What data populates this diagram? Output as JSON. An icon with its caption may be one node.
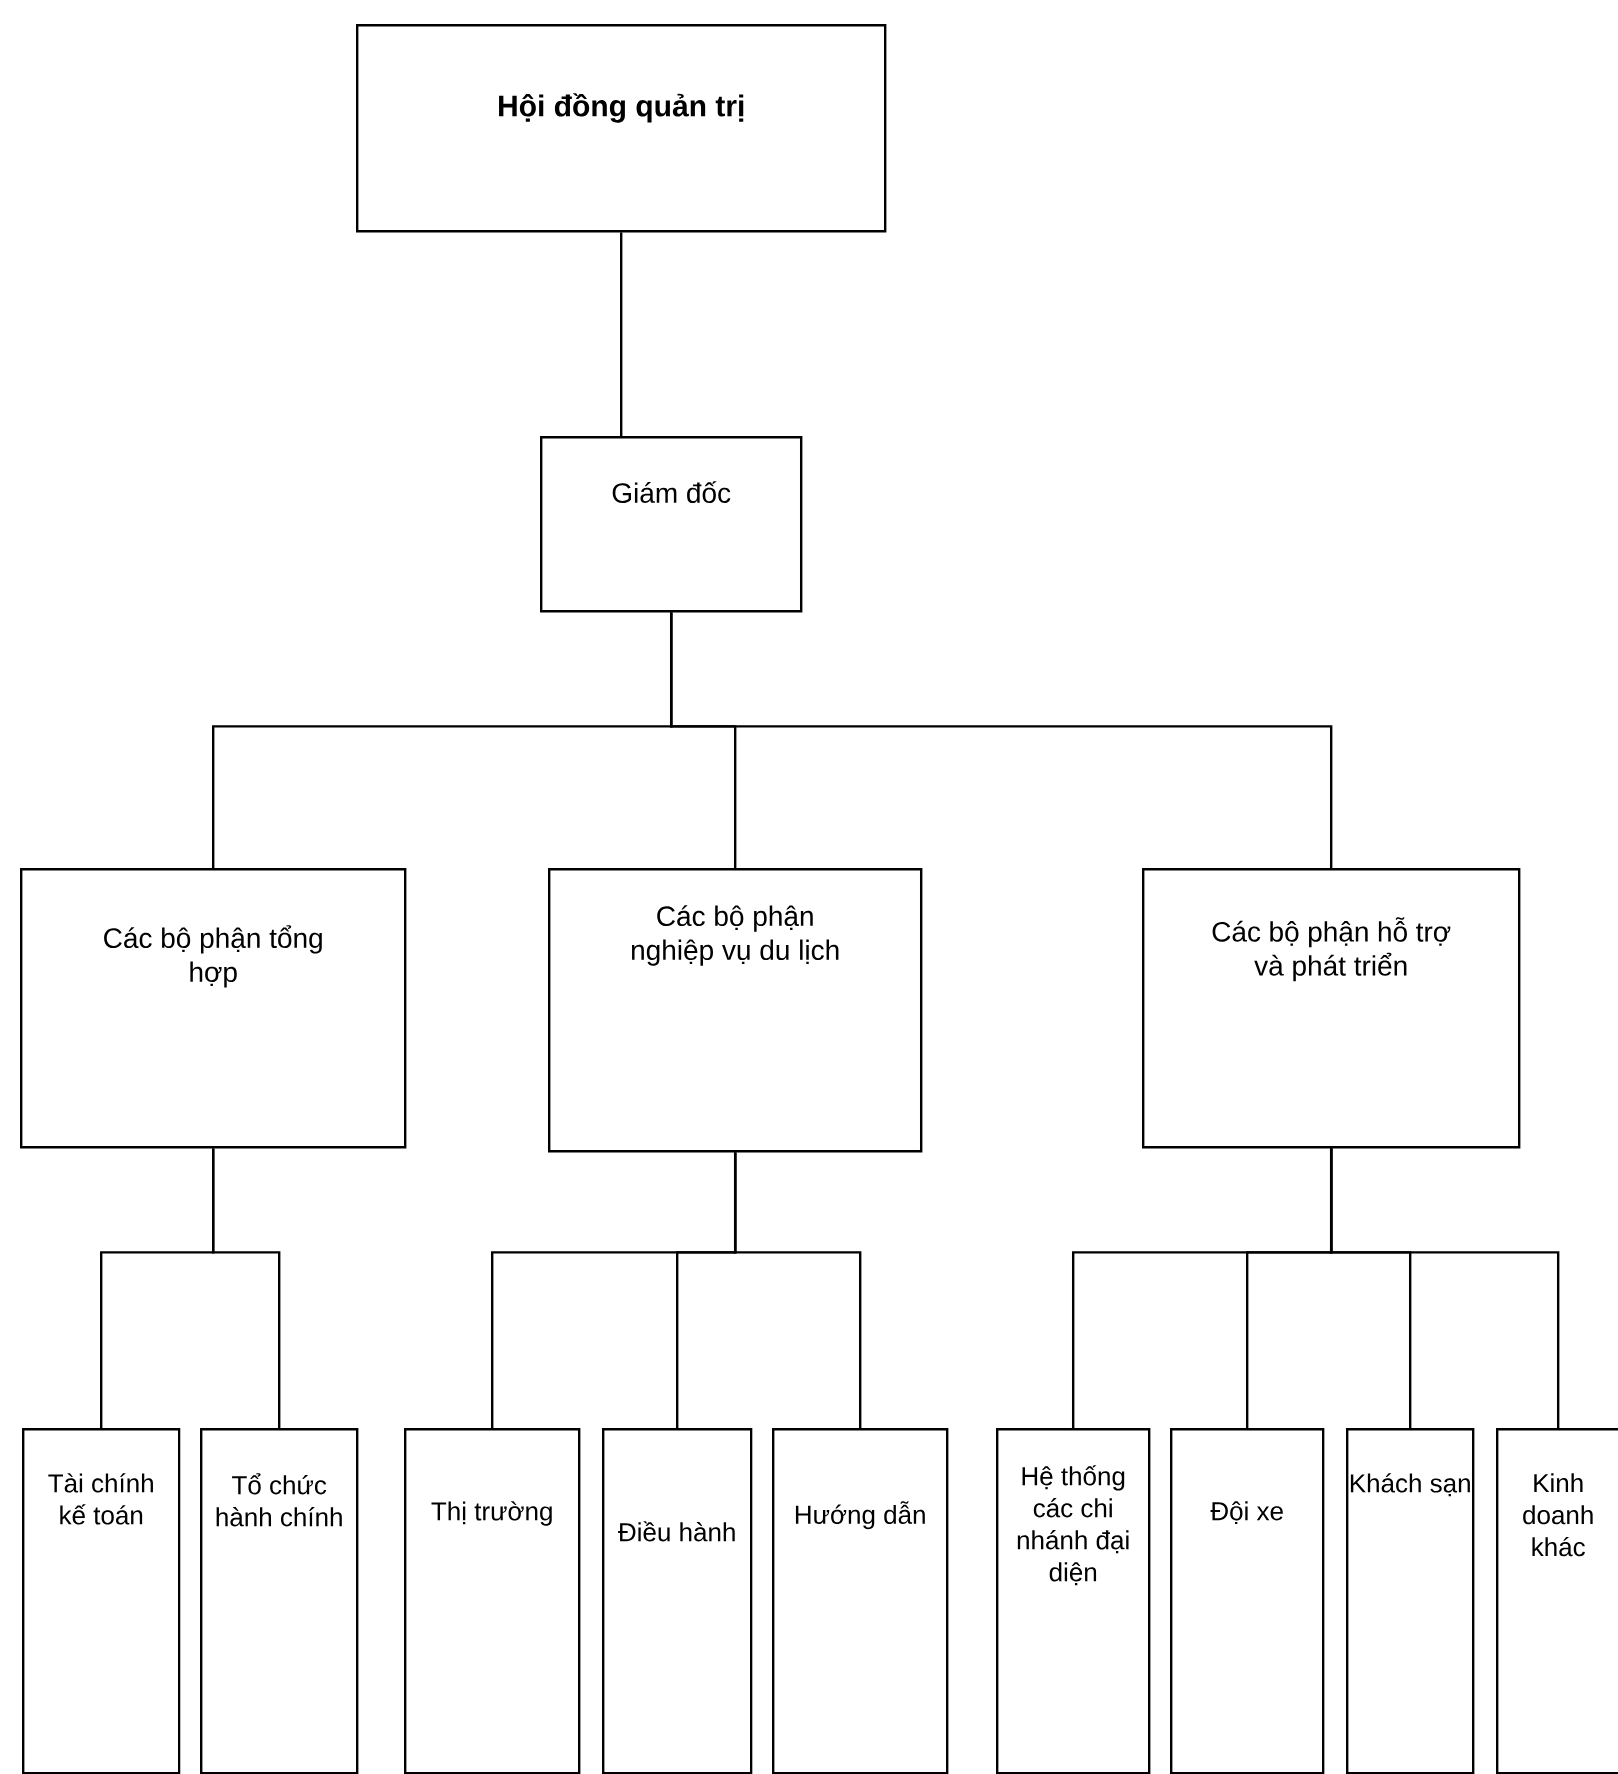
{
  "diagram": {
    "nodes": [
      {
        "text": [
          "Hội đồng quản trị"
        ]
      },
      {
        "text": [
          "Giám đốc"
        ]
      },
      {
        "text": [
          "Các bộ phận tổng hợp"
        ]
      },
      {
        "text": [
          "Các bộ phận nghiệp vụ du lịch"
        ]
      },
      {
        "text": [
          "Các bộ phận hỗ trợ và phát triển"
        ]
      },
      {
        "text": [
          "Tài chính kế toán"
        ]
      },
      {
        "text": [
          "Tổ chức hành chính"
        ]
      },
      {
        "text": [
          "Thị trường"
        ]
      },
      {
        "text": [
          "Điều hành"
        ]
      },
      {
        "text": [
          "Hướng dẫn"
        ]
      },
      {
        "text": [
          "Hệ thống các chi nhánh đại diện"
        ]
      },
      {
        "text": [
          "Đội xe"
        ]
      },
      {
        "text": [
          "Khách sạn"
        ]
      },
      {
        "text": [
          "Kinh doanh khác"
        ]
      }
    ],
    "edges": [
      {
        "from": 0,
        "to": 1,
        "arrow": "none"
      },
      {
        "from": 1,
        "to": 2,
        "arrow": "none"
      },
      {
        "from": 1,
        "to": 3,
        "arrow": "none"
      },
      {
        "from": 1,
        "to": 4,
        "arrow": "none"
      },
      {
        "from": 2,
        "to": 5,
        "arrow": "none"
      },
      {
        "from": 2,
        "to": 6,
        "arrow": "none"
      },
      {
        "from": 3,
        "to": 7,
        "arrow": "none"
      },
      {
        "from": 3,
        "to": 8,
        "arrow": "none"
      },
      {
        "from": 3,
        "to": 9,
        "arrow": "none"
      },
      {
        "from": 4,
        "to": 10,
        "arrow": "none"
      },
      {
        "from": 4,
        "to": 11,
        "arrow": "none"
      },
      {
        "from": 4,
        "to": 12,
        "arrow": "none"
      },
      {
        "from": 4,
        "to": 13,
        "arrow": "none"
      }
    ]
  }
}
